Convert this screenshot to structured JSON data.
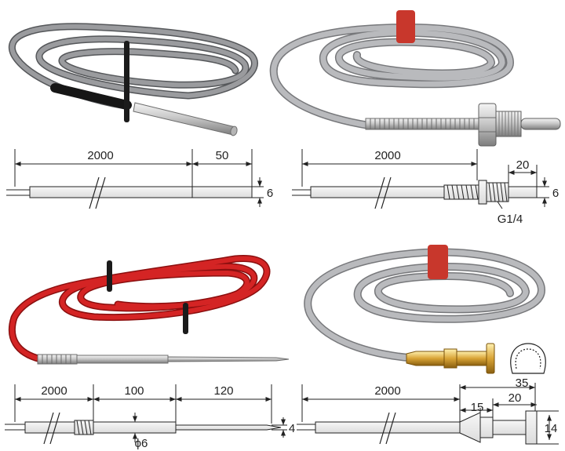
{
  "sensors": [
    {
      "id": "s1",
      "photo": {
        "cable_color": "#8e8f92",
        "probe": "stainless steel sheath with black heat-shrink"
      },
      "dims": {
        "cable_length": "2000",
        "sheath_length": "50",
        "diameter": "6"
      }
    },
    {
      "id": "s2",
      "photo": {
        "cable_color": "#a9aaad",
        "marker_color": "#c8372c",
        "probe": "spring-protected threaded fitting"
      },
      "dims": {
        "cable_length": "2000",
        "tip_length": "20",
        "diameter": "6",
        "thread": "G1/4"
      }
    },
    {
      "id": "s3",
      "photo": {
        "cable_color": "#c81e1e",
        "probe": "needle probe with spring guard"
      },
      "dims": {
        "cable_length": "2000",
        "sleeve_length": "100",
        "needle_length": "120",
        "sleeve_diameter": "ϕ6",
        "needle_diameter": "4"
      }
    },
    {
      "id": "s4",
      "photo": {
        "cable_color": "#a9aaad",
        "marker_color": "#c8372c",
        "probe": "brass bayonet fitting"
      },
      "dims": {
        "cable_length": "2000",
        "shank_length": "15",
        "head_length": "20",
        "head_diameter": "14",
        "cap_size": "35"
      }
    }
  ]
}
